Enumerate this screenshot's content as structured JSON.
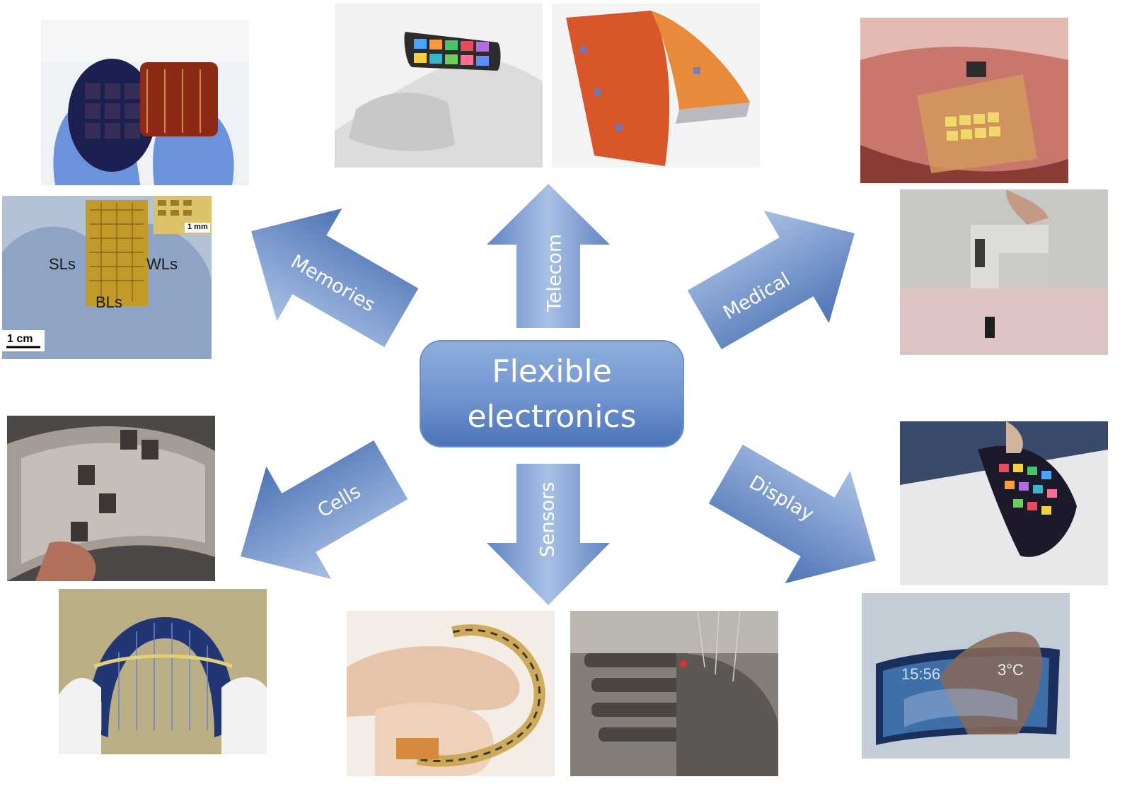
{
  "center": {
    "line1": "Flexible",
    "line2": "electronics"
  },
  "arrows": {
    "memories": "Memories",
    "telecom": "Telecom",
    "medical": "Medical",
    "cells": "Cells",
    "sensors": "Sensors",
    "display": "Display"
  },
  "photo_labels": {
    "sls": "SLs",
    "wls": "WLs",
    "bls": "BLs",
    "scale_cm": "1 cm",
    "scale_mm": "1 mm",
    "time": "15:56",
    "temp": "3°C"
  },
  "colors": {
    "arrow_light": "#9db6de",
    "arrow_dark": "#4d74b6",
    "center_light": "#8fb0dd",
    "center_dark": "#5179bd"
  }
}
